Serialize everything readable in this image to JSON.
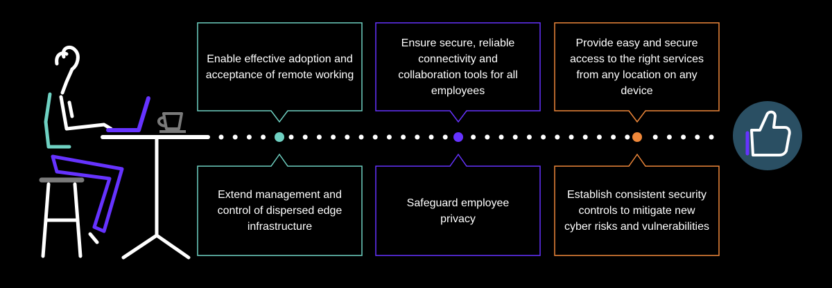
{
  "colors": {
    "background": "#000000",
    "teal": "#6fd1c2",
    "purple": "#6633ff",
    "orange": "#f0883a",
    "white": "#ffffff",
    "grey": "#7a7a7a",
    "thumb_badge": "#2a4f63"
  },
  "boxes": {
    "teal_top": "Enable effective adoption and acceptance of remote working",
    "teal_bottom": "Extend management and control of dispersed edge infrastructure",
    "purple_top": "Ensure secure, reliable connectivity and collaboration tools for all employees",
    "purple_bottom": "Safeguard employee privacy",
    "orange_top": "Provide easy and secure access to the right services from any location on any device",
    "orange_bottom": "Establish consistent security controls to mitigate new cyber risks and vulnerabilities"
  },
  "icons": {
    "person": "person-at-desk-icon",
    "laptop": "laptop-icon",
    "cup": "coffee-cup-icon",
    "thumb": "thumbs-up-icon"
  }
}
